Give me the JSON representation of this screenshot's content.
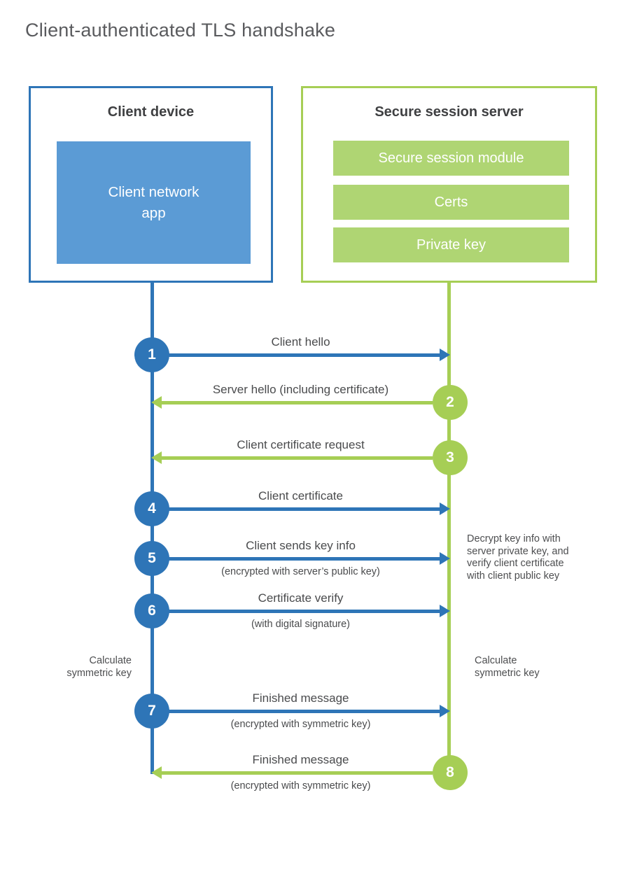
{
  "title": "Client-authenticated TLS handshake",
  "colors": {
    "client_blue": "#2e75b7",
    "client_fill": "#5b9bd5",
    "server_green": "#a6ce55",
    "server_fill": "#afd573",
    "text_dark": "#3f4042",
    "text_gray": "#4a4b4d"
  },
  "client": {
    "title": "Client device",
    "module": "Client network app"
  },
  "server": {
    "title": "Secure session server",
    "modules": [
      "Secure session module",
      "Certs",
      "Private key"
    ]
  },
  "steps": [
    {
      "num": "1",
      "from": "client",
      "label": "Client hello",
      "sub": ""
    },
    {
      "num": "2",
      "from": "server",
      "label": "Server hello (including certificate)",
      "sub": ""
    },
    {
      "num": "3",
      "from": "server",
      "label": "Client certificate request",
      "sub": ""
    },
    {
      "num": "4",
      "from": "client",
      "label": "Client certificate",
      "sub": ""
    },
    {
      "num": "5",
      "from": "client",
      "label": "Client sends key info",
      "sub": "(encrypted with server’s public key)"
    },
    {
      "num": "6",
      "from": "client",
      "label": "Certificate verify",
      "sub": "(with digital signature)"
    },
    {
      "num": "7",
      "from": "client",
      "label": "Finished message",
      "sub": "(encrypted with symmetric key)"
    },
    {
      "num": "8",
      "from": "server",
      "label": "Finished message",
      "sub": "(encrypted with symmetric key)"
    }
  ],
  "annotations": {
    "decrypt_note": {
      "line1": "Decrypt key info with",
      "line2": "server private key, and",
      "line3": "verify client certificate",
      "line4": "with client public key"
    },
    "calc_left": {
      "line1": "Calculate",
      "line2": "symmetric key"
    },
    "calc_right": {
      "line1": "Calculate",
      "line2": "symmetric key"
    }
  }
}
